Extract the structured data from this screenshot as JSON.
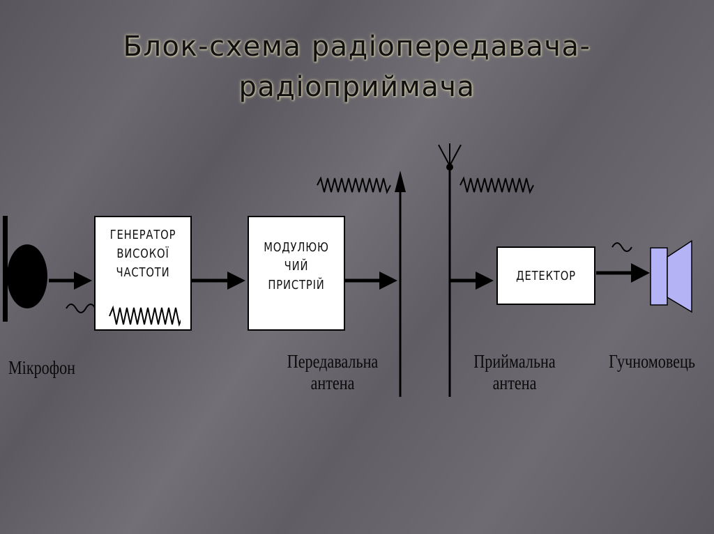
{
  "title": {
    "line1": "Блок-схема радіопередавача-",
    "line2": "радіоприймача"
  },
  "blocks": {
    "generator": [
      "ГЕНЕРАТОР",
      "ВИСОКОЇ",
      "ЧАСТОТИ"
    ],
    "modulator": [
      "МОДУЛЮЮ",
      "ЧИЙ",
      "ПРИСТРІЙ"
    ],
    "detector": "ДЕТЕКТОР"
  },
  "captions": {
    "microphone": "Мікрофон",
    "tx_antenna": [
      "Передавальна",
      "антена"
    ],
    "rx_antenna": [
      "Приймальна",
      "антена"
    ],
    "speaker": "Гучномовець"
  },
  "colors": {
    "speaker_fill": "#b3b3f5",
    "title_glow": "#c9c3a8"
  }
}
